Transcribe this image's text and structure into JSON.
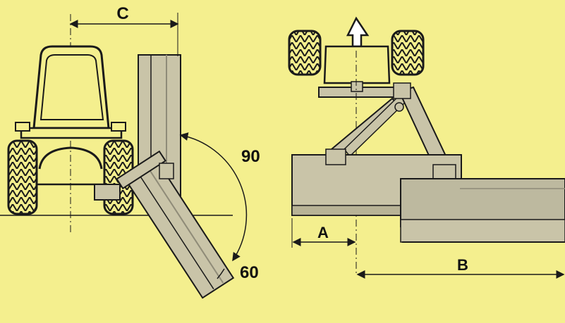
{
  "labels": {
    "dim_c": "C",
    "angle_up": "90",
    "angle_down": "60",
    "dim_a": "A",
    "dim_b": "B"
  },
  "colors": {
    "background": "#f4ef8e",
    "machine_fill": "#c9c4a8",
    "machine_dark": "#8f8b78",
    "line": "#1a1a1a"
  }
}
